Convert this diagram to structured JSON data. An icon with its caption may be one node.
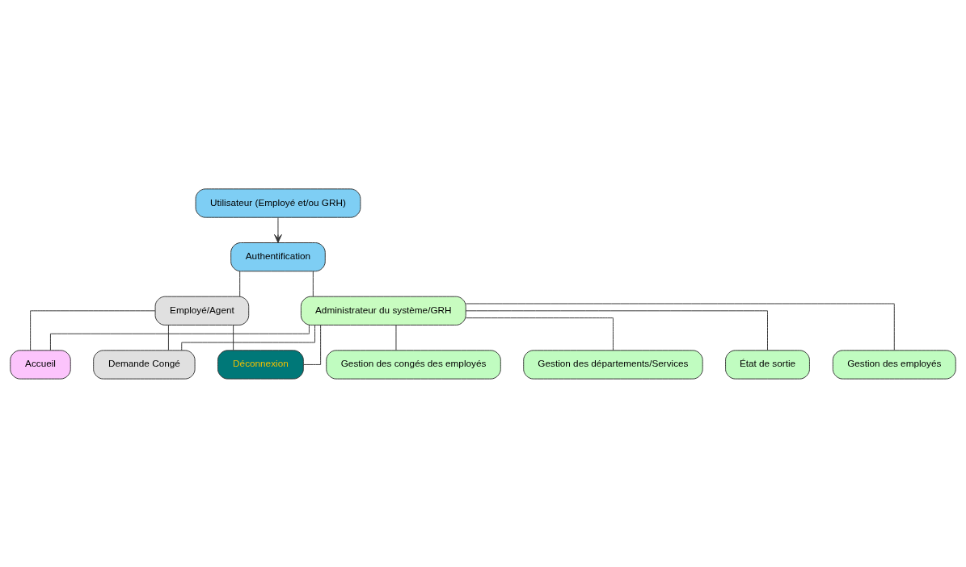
{
  "diagram": {
    "nodes": [
      {
        "text": [
          "Utilisateur (Employé et/ou GRH)"
        ]
      },
      {
        "text": [
          "Authentification"
        ]
      },
      {
        "text": [
          "Administrateur du système/GRH"
        ]
      },
      {
        "text": [
          "Employé/Agent"
        ]
      },
      {
        "text": [
          "Accueil"
        ]
      },
      {
        "text": [
          "Demande Congé"
        ]
      },
      {
        "text": [
          "Déconnexion"
        ]
      },
      {
        "text": [
          "Gestion des employés"
        ]
      },
      {
        "text": [
          "Gestion des congés des employés"
        ]
      },
      {
        "text": [
          "Gestion des départements/Services"
        ]
      },
      {
        "text": [
          "État de sortie"
        ]
      }
    ],
    "edges": [
      {
        "from": 0,
        "to": 1,
        "arrow": "to"
      },
      {
        "from": 1,
        "to": 2,
        "arrow": "none"
      },
      {
        "from": 1,
        "to": 3,
        "arrow": "none"
      },
      {
        "from": 2,
        "to": 4,
        "arrow": "none"
      },
      {
        "from": 2,
        "to": 5,
        "arrow": "none"
      },
      {
        "from": 2,
        "to": 6,
        "arrow": "none"
      },
      {
        "from": 3,
        "to": 4,
        "arrow": "none"
      },
      {
        "from": 3,
        "to": 5,
        "arrow": "none"
      },
      {
        "from": 3,
        "to": 6,
        "arrow": "none"
      },
      {
        "from": 2,
        "to": 7,
        "arrow": "none"
      },
      {
        "from": 2,
        "to": 8,
        "arrow": "none"
      },
      {
        "from": 2,
        "to": 9,
        "arrow": "none"
      },
      {
        "from": 2,
        "to": 10,
        "arrow": "none"
      }
    ]
  }
}
